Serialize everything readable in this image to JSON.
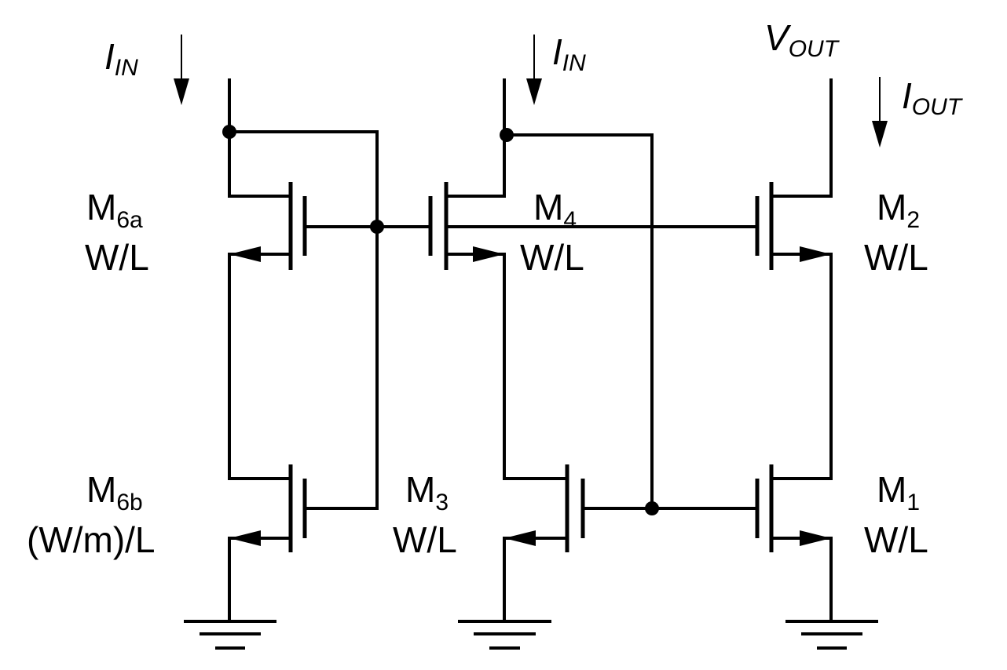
{
  "labels": {
    "iin_left": {
      "main": "I",
      "sub": "IN"
    },
    "iin_mid": {
      "main": "I",
      "sub": "IN"
    },
    "vout": {
      "main": "V",
      "sub": "OUT"
    },
    "iout": {
      "main": "I",
      "sub": "OUT"
    }
  },
  "transistors": {
    "m6a": {
      "name": "M",
      "sub": "6a",
      "size": "W/L"
    },
    "m6b": {
      "name": "M",
      "sub": "6b",
      "size": "(W/m)/L"
    },
    "m4": {
      "name": "M",
      "sub": "4",
      "size": "W/L"
    },
    "m3": {
      "name": "M",
      "sub": "3",
      "size": "W/L"
    },
    "m2": {
      "name": "M",
      "sub": "2",
      "size": "W/L"
    },
    "m1": {
      "name": "M",
      "sub": "1",
      "size": "W/L"
    }
  },
  "colors": {
    "stroke": "#000000",
    "background": "#ffffff"
  }
}
